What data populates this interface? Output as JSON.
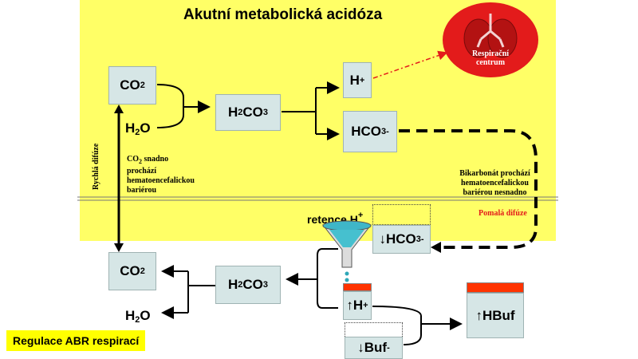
{
  "title": "Akutní metabolická acidóza",
  "top": {
    "co2": [
      "CO",
      "2"
    ],
    "h2o": [
      "H",
      "2",
      "O"
    ],
    "h2co3": [
      "H",
      "2",
      "CO",
      "3"
    ],
    "h_plus": [
      "H",
      "+"
    ],
    "hco3": [
      "HCO",
      "3",
      "-"
    ]
  },
  "lungs_label": [
    "Respirační",
    "centrum"
  ],
  "left_vertical_label": "Rychlá difúze",
  "co2_note": [
    "CO",
    "2",
    " snadno",
    "prochází",
    "hematoencefalickou",
    "bariérou"
  ],
  "bicarb_note": [
    "Bikarbonát prochází",
    "hematoencefalickou",
    "bariérou nesnadno"
  ],
  "slow_diffusion": "Pomalá difúze",
  "retention": [
    "retence H",
    "+"
  ],
  "bottom": {
    "hco3": [
      "↓HCO",
      "3",
      "-"
    ],
    "co2": [
      "CO",
      "2"
    ],
    "h2co3": [
      "H",
      "2",
      "CO",
      "3"
    ],
    "h2o": [
      "H",
      "2",
      "O"
    ],
    "h_plus": [
      "↑H",
      "+"
    ],
    "buf": [
      "↓Buf",
      "-"
    ],
    "hbuf": "↑HBuf"
  },
  "footer": "Regulace ABR respirací",
  "colors": {
    "yellow_region": "#ffff66",
    "box_fill": "#d6e6e6",
    "accent_red": "#e31b1b",
    "footer_bg": "#ffff00"
  }
}
